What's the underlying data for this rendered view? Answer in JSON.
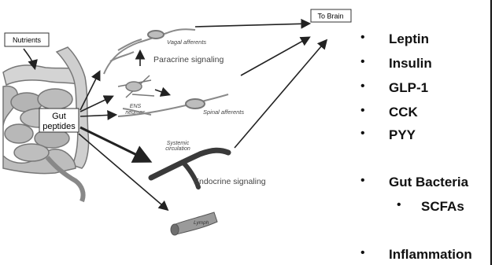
{
  "diagram": {
    "nutrients_label": "Nutrients",
    "gut_peptides_line1": "Gut",
    "gut_peptides_line2": "peptides",
    "to_brain_label": "To Brain",
    "vagal_afferents": "Vagal afferents",
    "paracrine_signaling": "Paracrine signaling",
    "ens_line1": "ENS",
    "ens_line2": "neurons",
    "spinal_afferents": "Spinal afferents",
    "systemic_line1": "Systemic",
    "systemic_line2": "circulation",
    "endocrine_signaling": "Endocrine signaling",
    "lymph": "Lymph"
  },
  "bullets": [
    {
      "text": "Leptin",
      "level": 0
    },
    {
      "text": "Insulin",
      "level": 0
    },
    {
      "text": "GLP-1",
      "level": 0
    },
    {
      "text": "CCK",
      "level": 0
    },
    {
      "text": "PYY",
      "level": 0
    },
    {
      "text": "Gut Bacteria",
      "level": 0
    },
    {
      "text": "SCFAs",
      "level": 1
    },
    {
      "text": "Inflammation",
      "level": 0
    }
  ],
  "bullet_glyph": "•"
}
